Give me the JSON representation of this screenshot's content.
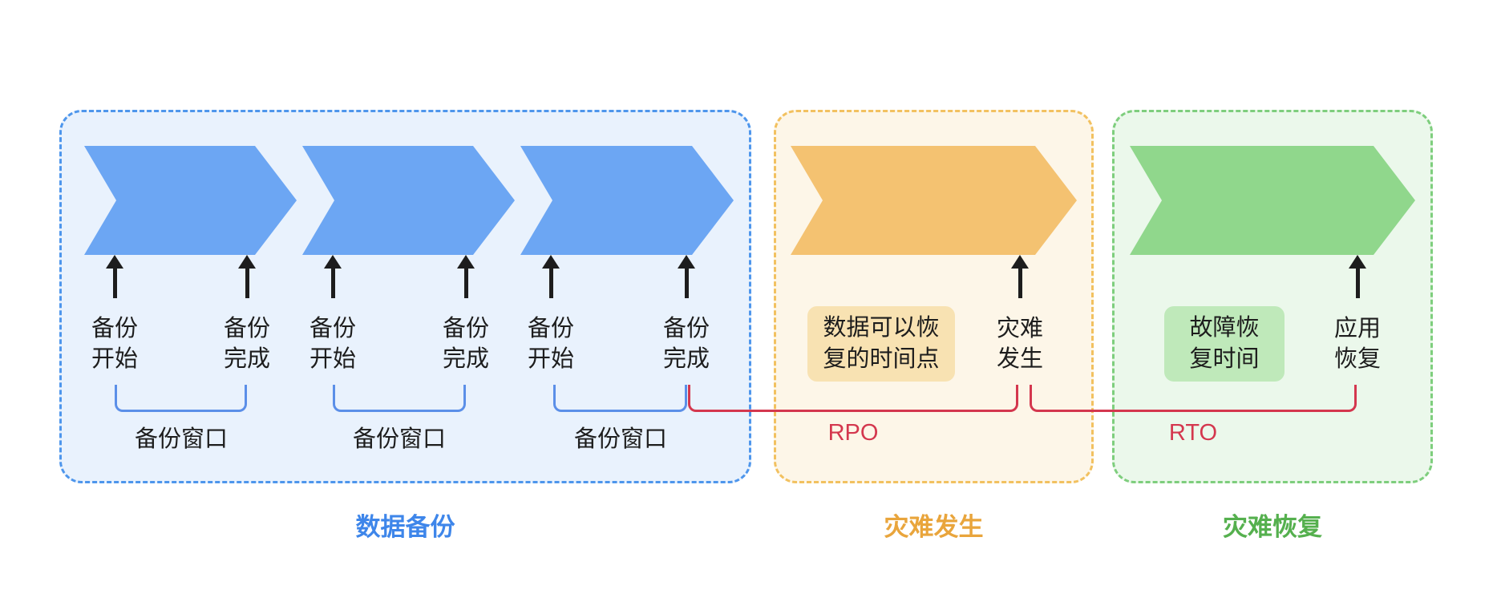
{
  "sections": {
    "backup": {
      "title": "数据备份",
      "units": [
        {
          "start": "备份\n开始",
          "end": "备份\n完成",
          "window": "备份窗口"
        },
        {
          "start": "备份\n开始",
          "end": "备份\n完成",
          "window": "备份窗口"
        },
        {
          "start": "备份\n开始",
          "end": "备份\n完成",
          "window": "备份窗口"
        }
      ]
    },
    "disaster": {
      "title": "灾难发生",
      "note": "数据可以恢\n复的时间点",
      "event": "灾难\n发生",
      "metric": "RPO"
    },
    "recovery": {
      "title": "灾难恢复",
      "note": "故障恢\n复时间",
      "event": "应用\n恢复",
      "metric": "RTO"
    }
  },
  "colors": {
    "backup_chevron": "#6CA6F3",
    "backup_border": "#4E96EC",
    "backup_bg": "#E9F2FD",
    "backup_title": "#3E86EA",
    "backup_bracket": "#5B8FE8",
    "disaster_chevron": "#F4C271",
    "disaster_border": "#F2C160",
    "disaster_bg": "#FDF6E8",
    "disaster_note_bg": "#F8E2B2",
    "disaster_title": "#E9A53C",
    "recovery_chevron": "#90D78C",
    "recovery_border": "#7ECE7D",
    "recovery_bg": "#EBF8EB",
    "recovery_note_bg": "#BFE9BA",
    "recovery_title": "#55B04E",
    "metric_red": "#D4374E",
    "text": "#1D1D1D"
  }
}
